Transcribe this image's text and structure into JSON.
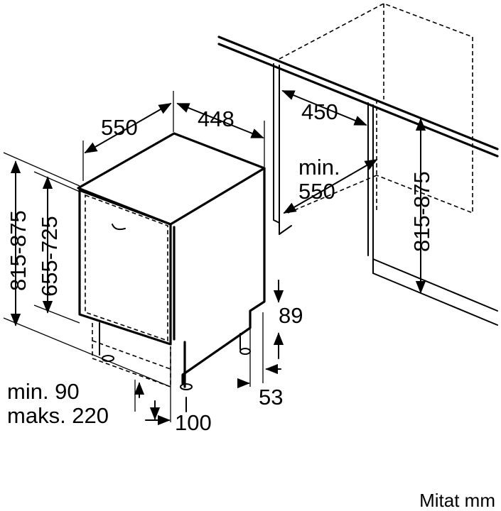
{
  "dimensions": {
    "width_550": "550",
    "depth_448": "448",
    "niche_depth_450": "450",
    "niche_min_label": "min.",
    "niche_min_width": "550",
    "niche_height": "815-875",
    "total_height": "815-875",
    "body_height": "655-725",
    "plinth_89": "89",
    "plinth_53": "53",
    "plinth_min": "min. 90",
    "plinth_max": "maks. 220",
    "plinth_100": "100"
  },
  "units_note": "Mitat mm"
}
